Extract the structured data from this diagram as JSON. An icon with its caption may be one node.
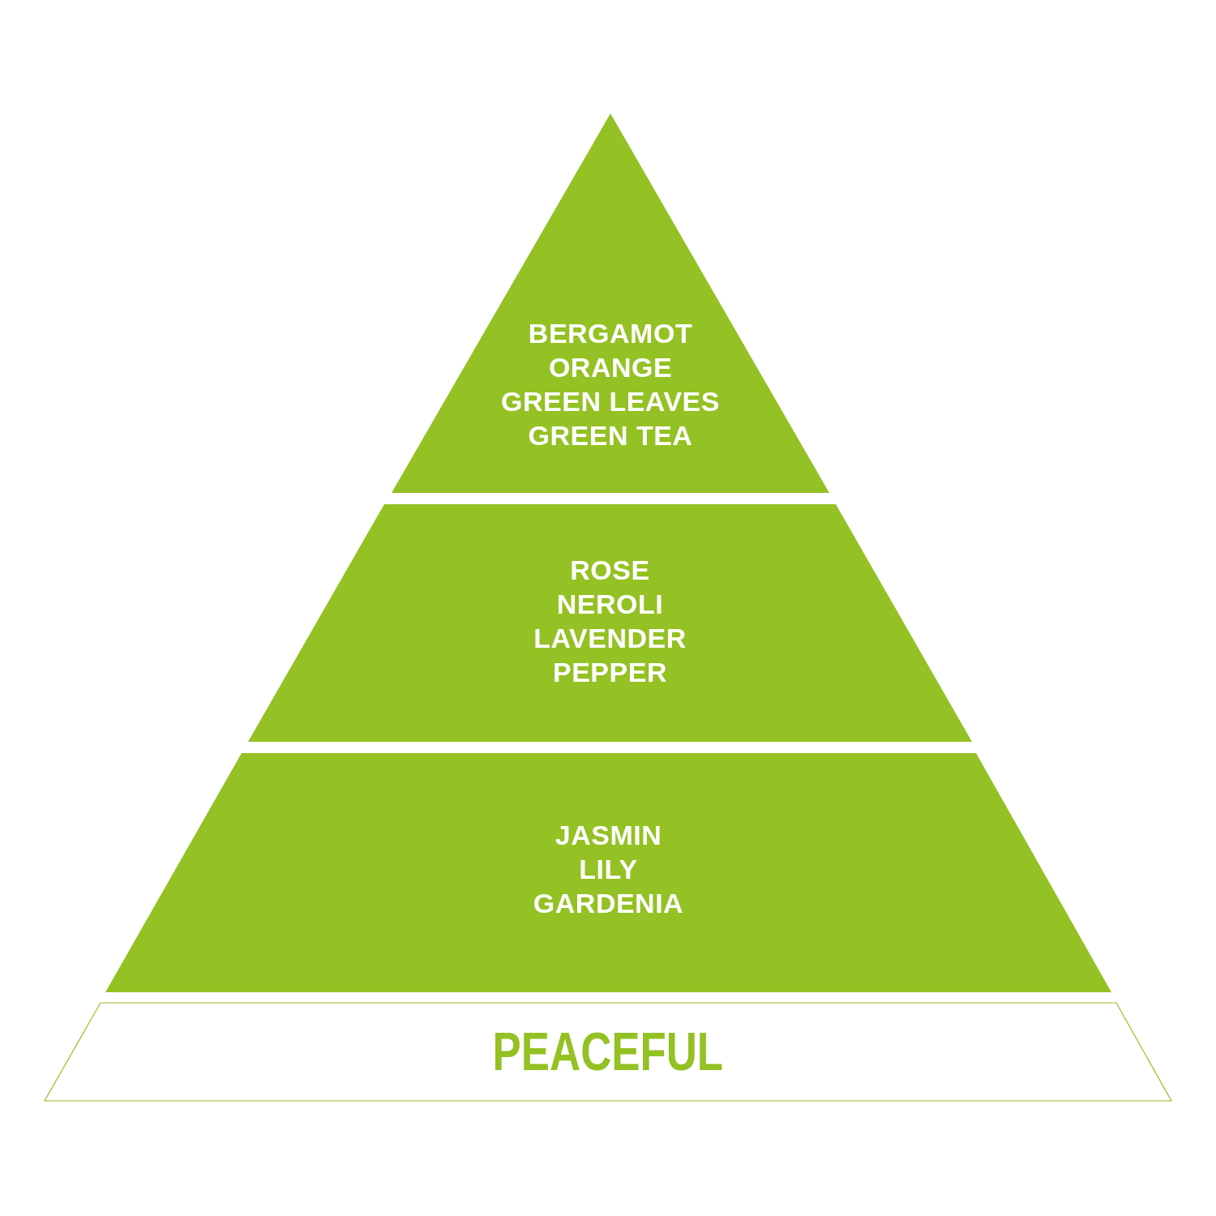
{
  "diagram": {
    "nodes": [
      {
        "text": [
          "BERGAMOT",
          "ORANGE",
          "GREEN LEAVES",
          "GREEN TEA"
        ]
      },
      {
        "text": [
          "ROSE",
          "NEROLI",
          "LAVENDER",
          "PEPPER"
        ]
      },
      {
        "text": [
          "JASMIN",
          "LILY",
          "GARDENIA"
        ]
      },
      {
        "text": [
          "PEACEFUL"
        ]
      }
    ]
  }
}
